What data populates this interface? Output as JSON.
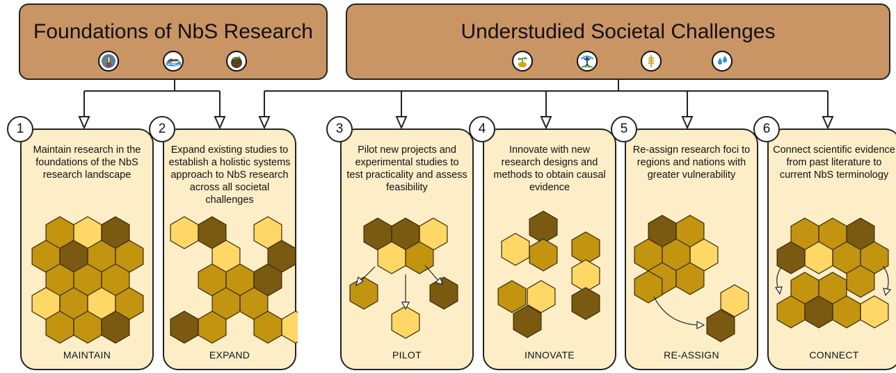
{
  "colors": {
    "header_fill": "#c99564",
    "card_fill": "#fdeec8",
    "hex_dark": "#7a5a10",
    "hex_mid": "#c29410",
    "hex_light": "#ffd766"
  },
  "headers": [
    {
      "title": "Foundations of NbS Research",
      "icons": [
        "thermometer-icon",
        "flood-icon",
        "soil-seedling-icon"
      ]
    },
    {
      "title": "Understudied Societal Challenges",
      "icons": [
        "plant-food-icon",
        "person-wellbeing-icon",
        "wheat-icon",
        "water-drops-icon"
      ]
    }
  ],
  "steps": [
    {
      "number": "1",
      "keyword": "Maintain",
      "rest": " research in the foundations of the NbS research landscape",
      "label": "MAINTAIN"
    },
    {
      "number": "2",
      "keyword": "Expand",
      "rest": " existing studies to establish a holistic systems approach to NbS research across all societal challenges",
      "label": "EXPAND"
    },
    {
      "number": "3",
      "keyword": "Pilot",
      "rest": " new projects and experimental studies to test practicality and assess feasibility",
      "label": "PILOT"
    },
    {
      "number": "4",
      "keyword": "Innovate",
      "rest": " with new research designs and methods to obtain causal evidence",
      "label": "INNOVATE"
    },
    {
      "number": "5",
      "keyword": "Re-assign",
      "rest": " research foci to regions and nations with greater vulnerability",
      "label": "RE-ASSIGN"
    },
    {
      "number": "6",
      "keyword": "Connect",
      "rest": " scientific evidence from past literature to current NbS terminology",
      "label": "CONNECT"
    }
  ]
}
